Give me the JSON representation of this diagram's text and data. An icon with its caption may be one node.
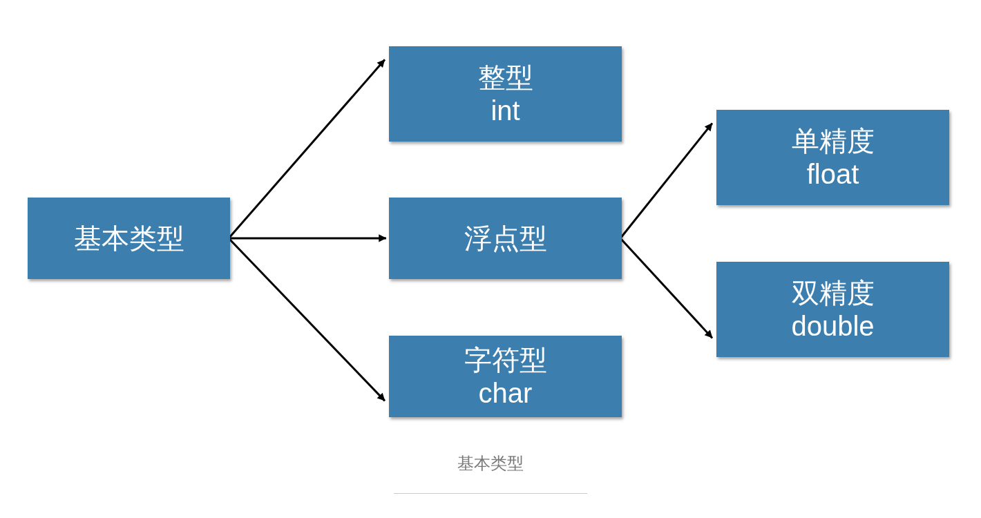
{
  "diagram": {
    "caption": "基本类型",
    "nodes": [
      {
        "text": [
          "基本类型"
        ]
      },
      {
        "text": [
          "整型",
          "int"
        ]
      },
      {
        "text": [
          "浮点型"
        ]
      },
      {
        "text": [
          "字符型",
          "char"
        ]
      },
      {
        "text": [
          "单精度",
          "float"
        ]
      },
      {
        "text": [
          "双精度",
          "double"
        ]
      }
    ],
    "edges": [
      {
        "from": 0,
        "to": 1,
        "arrow": "to"
      },
      {
        "from": 0,
        "to": 2,
        "arrow": "to"
      },
      {
        "from": 0,
        "to": 3,
        "arrow": "to"
      },
      {
        "from": 2,
        "to": 4,
        "arrow": "to"
      },
      {
        "from": 2,
        "to": 5,
        "arrow": "to"
      }
    ]
  }
}
